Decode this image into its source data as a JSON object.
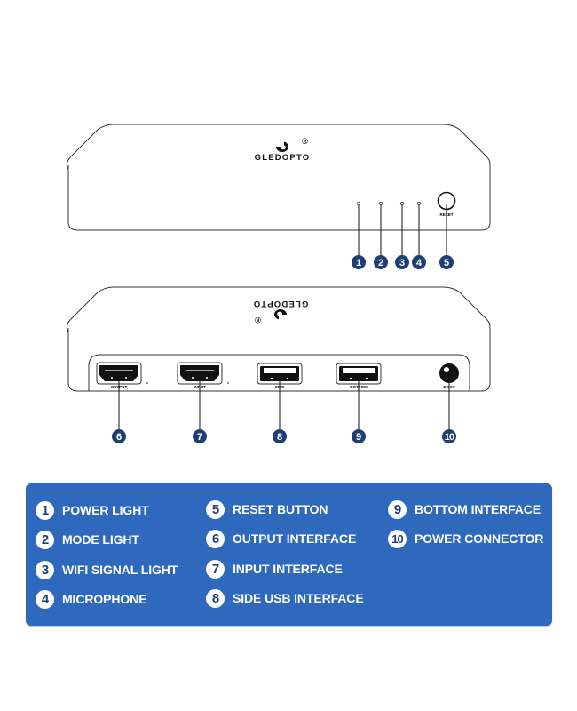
{
  "brand": {
    "name": "GLEDOPTO",
    "registered_mark": "®"
  },
  "front_view": {
    "reset_label": "RESET",
    "callouts": [
      {
        "number": "1",
        "target": "power-light"
      },
      {
        "number": "2",
        "target": "mode-light"
      },
      {
        "number": "3",
        "target": "wifi-signal-light"
      },
      {
        "number": "4",
        "target": "microphone"
      },
      {
        "number": "5",
        "target": "reset-button"
      }
    ]
  },
  "back_view": {
    "ports": [
      {
        "number": "6",
        "label": "OUTPUT",
        "type": "hdmi"
      },
      {
        "number": "7",
        "label": "INPUT",
        "type": "hdmi"
      },
      {
        "number": "8",
        "label": "SIDE",
        "type": "usb"
      },
      {
        "number": "9",
        "label": "BOTTOM",
        "type": "usb"
      },
      {
        "number": "10",
        "label": "DC 5V",
        "type": "dc-jack"
      }
    ]
  },
  "legend": {
    "items": [
      {
        "number": "1",
        "label": "POWER LIGHT"
      },
      {
        "number": "2",
        "label": "MODE LIGHT"
      },
      {
        "number": "3",
        "label": "WIFI SIGNAL LIGHT"
      },
      {
        "number": "4",
        "label": "MICROPHONE"
      },
      {
        "number": "5",
        "label": "RESET BUTTON"
      },
      {
        "number": "6",
        "label": "OUTPUT INTERFACE"
      },
      {
        "number": "7",
        "label": "INPUT INTERFACE"
      },
      {
        "number": "8",
        "label": "SIDE USB INTERFACE"
      },
      {
        "number": "9",
        "label": "BOTTOM INTERFACE"
      },
      {
        "number": "10",
        "label": "POWER CONNECTOR"
      }
    ]
  },
  "colors": {
    "marker": "#1d3f73",
    "legend_background": "#2f69bd",
    "legend_text": "#ffffff",
    "outline": "#333333"
  }
}
